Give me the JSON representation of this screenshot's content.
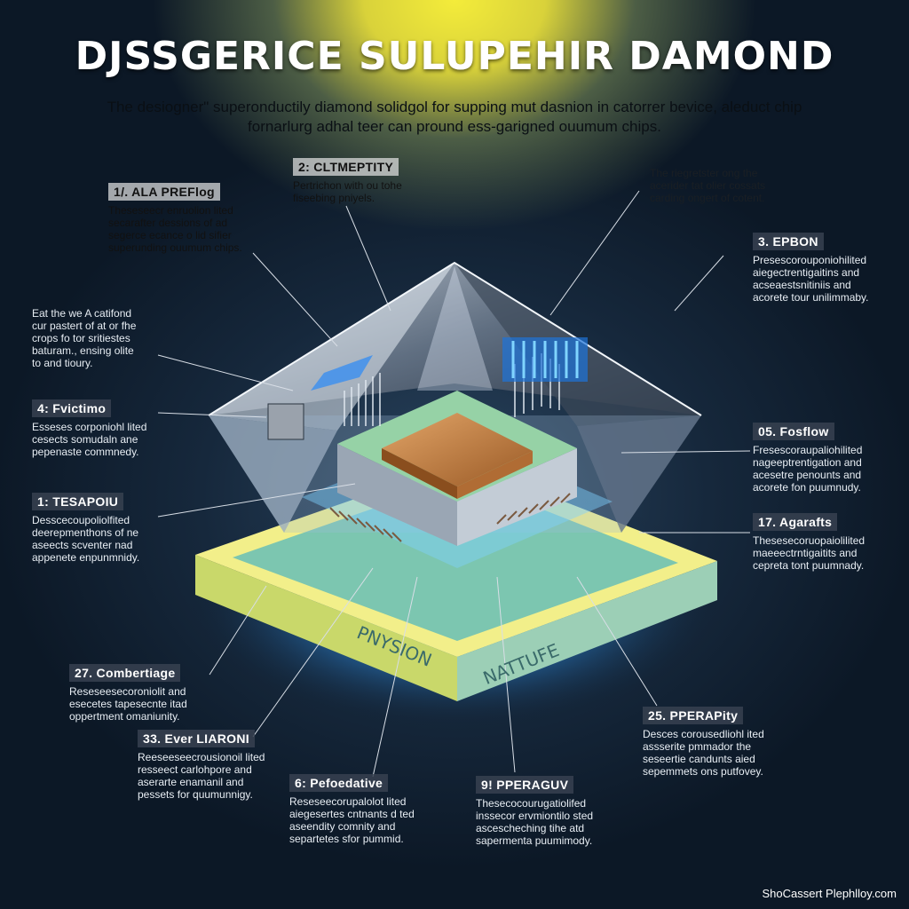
{
  "title": "DJSSGERICE SULUPEHIR DAMOND",
  "subtitle": "The desiogner\" superonductily diamond solidgol for supping mut dasnion in catorrer bevice, aleduct chip fornarlurg adhal teer can pround ess-garigned ouumum chips.",
  "plate_labels": {
    "left": "PNYSION",
    "right": "NATTUFE"
  },
  "callouts": {
    "ala": {
      "head": "1/. ALA PREFlog",
      "body": "Theseseecr enruolion lited\nsecarafter dessions of ad\nsegerce ecance o lid sifier\nsuperunding ouumum chips."
    },
    "cltm": {
      "head": "2: CLTMEPTITY",
      "body": "Pertrichon with ou tohe\nfiseebing pniyels."
    },
    "topright": {
      "body": "The riegretster ong the\nacerider tat olier cossats\ncarding ongert of cotent."
    },
    "epbon": {
      "head": "3. EPBON",
      "body": "Presescorouponiohilited\naiegectrentigaitins and\nacseaestsnitiniis and\nacorete tour unilimmaby."
    },
    "leftnote": {
      "body": "Eat the we A catifond\ncur pastert of at or fhe\ncrops fo tor sritiestes\nbaturam., ensing olite\nto and tioury."
    },
    "fvictimo": {
      "head": "4: Fvictimo",
      "body": "Esseses corponiohl lited\ncesects somudaln ane\npepenaste commnedy."
    },
    "fosflow": {
      "head": "05. Fosflow",
      "body": "Fresescoraupaliohilited\nnageeptrentigation and\nacesetre penounts and\nacorete fon puumnudy."
    },
    "tesapoiu": {
      "head": "1: TESAPOIU",
      "body": "Desscecoupoliolfited\ndeerepmenthons of ne\naseects scventer nad\nappenete enpunmnidy."
    },
    "agarafts": {
      "head": "17. Agarafts",
      "body": "Thesesecoruopaiolilited\nmaeeectrntigaitits and\ncepreta tont puumnady."
    },
    "comb": {
      "head": "27. Combertiage",
      "body": "Reseseesecoroniolit and\nesecetes tapesecnte itad\noppertment omaniunity."
    },
    "pperapity": {
      "head": "25. PPERAPity",
      "body": "Desces corousedliohl ited\nassserite pmmador the\nseseertie candunts aied\nsepemmets ons putfovey."
    },
    "ever": {
      "head": "33. Ever LIARONI",
      "body": "Reeseeseecrousionoil lited\nresseect carlohpore and\naserarte enamanil and\npessets for quumunnigy."
    },
    "pefo": {
      "head": "6: Pefoedative",
      "body": "Reseseecorupalolot lited\naiegesertes cntnants d ted\naseendity comnity and\nsepartetes sfor pummid."
    },
    "peragu": {
      "head": "9! PPERAGUV",
      "body": "Thesecocourugatiolifed\ninssecor ervmiontilo sted\nascescheching tihe atd\nsapermenta puumimody."
    }
  },
  "footer": "ShoCassert Plephlloy.com",
  "colors": {
    "glow_top": "#f4ec3a",
    "background": "#0c1826",
    "plate_yellow": "#f2ef8a",
    "plate_teal": "#7cc6b0",
    "chip_orange": "#c77a3a",
    "glow_blue": "#4ab8ff"
  }
}
